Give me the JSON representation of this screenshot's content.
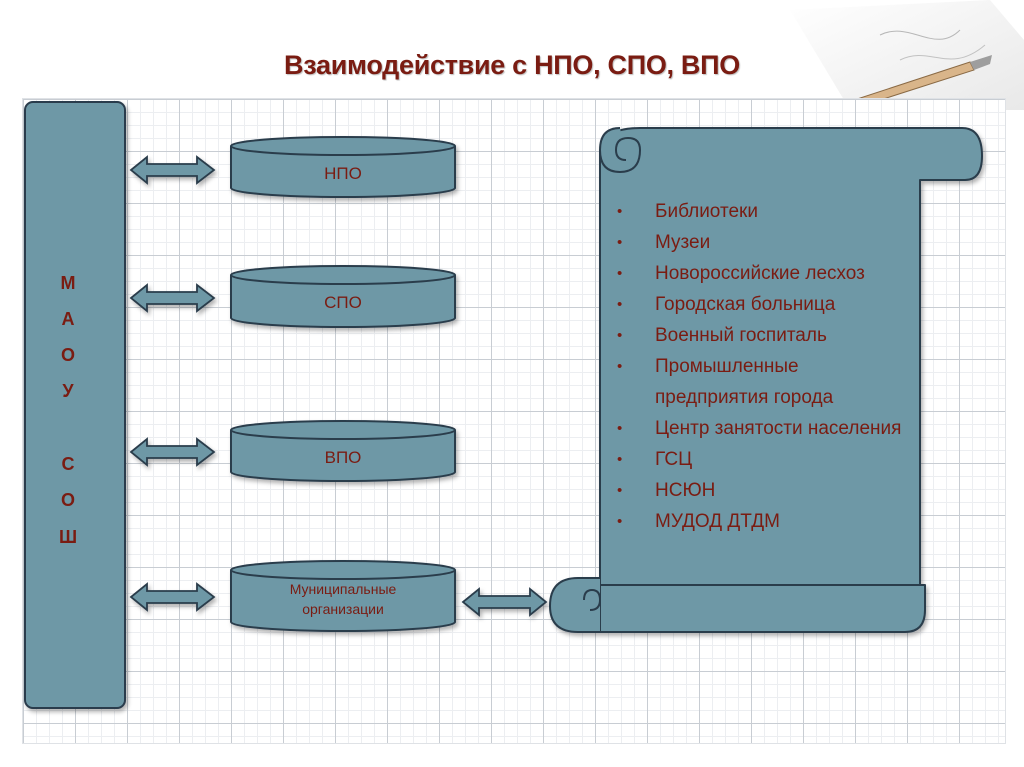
{
  "title": "Взаимодействие с НПО, СПО, ВПО",
  "main_bar": {
    "letters": [
      "М",
      "А",
      "О",
      "У",
      "С",
      "О",
      "Ш"
    ]
  },
  "cylinders": [
    {
      "label": "НПО"
    },
    {
      "label": "СПО"
    },
    {
      "label": "ВПО"
    },
    {
      "label": "Муниципальные организации"
    }
  ],
  "scroll": {
    "items": [
      "Библиотеки",
      "Музеи",
      "Новороссийские лесхоз",
      "Городская больница",
      "Военный госпиталь",
      "Промышленные предприятия города",
      "Центр занятости населения",
      "ГСЦ",
      "НСЮН",
      "МУДОД  ДТДМ"
    ]
  },
  "colors": {
    "shape_fill": "#6e98a6",
    "shape_stroke": "#2a3c4c",
    "text": "#7a1c12"
  }
}
